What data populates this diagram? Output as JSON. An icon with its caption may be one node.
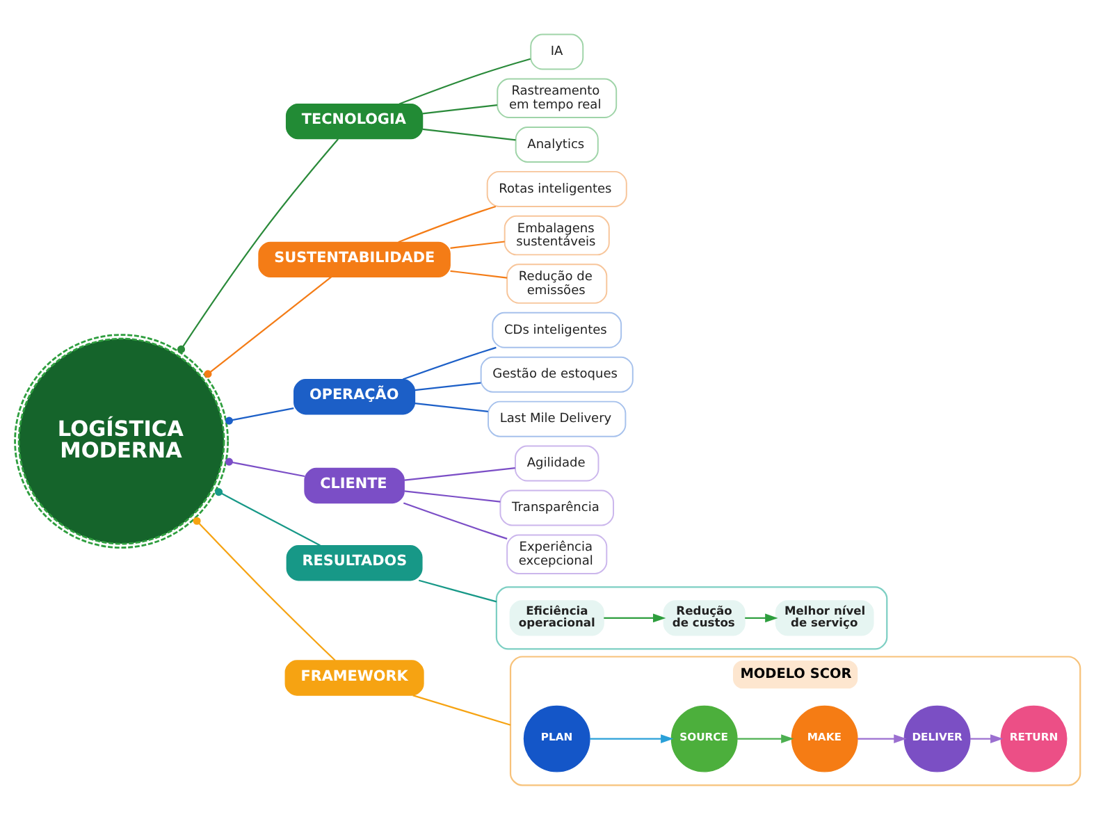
{
  "diagram": {
    "nodes": [
      {
        "text": [
          "LOGÍSTICA MODERNA"
        ]
      },
      {
        "text": [
          "TECNOLOGIA"
        ]
      },
      {
        "text": [
          "IA"
        ]
      },
      {
        "text": [
          "Rastreamento em tempo real"
        ]
      },
      {
        "text": [
          "Analytics"
        ]
      },
      {
        "text": [
          "SUSTENTABILIDADE"
        ]
      },
      {
        "text": [
          "Rotas inteligentes"
        ]
      },
      {
        "text": [
          "Embalagens sustentáveis"
        ]
      },
      {
        "text": [
          "Redução de emissões"
        ]
      },
      {
        "text": [
          "OPERAÇÃO"
        ]
      },
      {
        "text": [
          "CDs inteligentes"
        ]
      },
      {
        "text": [
          "Gestão de estoques"
        ]
      },
      {
        "text": [
          "Last Mile Delivery"
        ]
      },
      {
        "text": [
          "CLIENTE"
        ]
      },
      {
        "text": [
          "Agilidade"
        ]
      },
      {
        "text": [
          "Transparência"
        ]
      },
      {
        "text": [
          "Experiência excepcional"
        ]
      },
      {
        "text": [
          "RESULTADOS"
        ]
      },
      {
        "text": [],
        "shape": "box"
      },
      {
        "text": [
          "Eficiência operacional"
        ],
        "in": 18
      },
      {
        "text": [
          "Redução de custos"
        ],
        "in": 18
      },
      {
        "text": [
          "Melhor nível de serviço"
        ],
        "in": 18
      },
      {
        "text": [
          "FRAMEWORK"
        ]
      },
      {
        "text": [
          "MODELO SCOR"
        ]
      },
      {
        "text": [
          "PLAN"
        ],
        "in": 23
      },
      {
        "text": [
          "SOURCE"
        ],
        "in": 23
      },
      {
        "text": [
          "MAKE"
        ],
        "in": 23
      },
      {
        "text": [
          "DELIVER"
        ],
        "in": 23
      },
      {
        "text": [
          "RETURN"
        ],
        "in": 23
      }
    ],
    "edges": [
      {
        "from": 0,
        "to": 1,
        "arrow": "other",
        "color": "#2a8a3a"
      },
      {
        "from": 1,
        "to": 2,
        "arrow": "none",
        "color": "#2a8a3a"
      },
      {
        "from": 1,
        "to": 3,
        "arrow": "none",
        "color": "#2a8a3a"
      },
      {
        "from": 1,
        "to": 4,
        "arrow": "none",
        "color": "#2a8a3a"
      },
      {
        "from": 0,
        "to": 5,
        "arrow": "other",
        "color": "#f47c16"
      },
      {
        "from": 5,
        "to": 6,
        "arrow": "none",
        "color": "#f47c16"
      },
      {
        "from": 5,
        "to": 7,
        "arrow": "none",
        "color": "#f47c16"
      },
      {
        "from": 5,
        "to": 8,
        "arrow": "none",
        "color": "#f47c16"
      },
      {
        "from": 0,
        "to": 9,
        "arrow": "other",
        "color": "#1c5fc7"
      },
      {
        "from": 9,
        "to": 10,
        "arrow": "none",
        "color": "#1c5fc7"
      },
      {
        "from": 9,
        "to": 11,
        "arrow": "none",
        "color": "#1c5fc7"
      },
      {
        "from": 9,
        "to": 12,
        "arrow": "none",
        "color": "#1c5fc7"
      },
      {
        "from": 0,
        "to": 13,
        "arrow": "other",
        "color": "#7b4ec6"
      },
      {
        "from": 13,
        "to": 14,
        "arrow": "none",
        "color": "#7b4ec6"
      },
      {
        "from": 13,
        "to": 15,
        "arrow": "none",
        "color": "#7b4ec6"
      },
      {
        "from": 13,
        "to": 16,
        "arrow": "none",
        "color": "#7b4ec6"
      },
      {
        "from": 0,
        "to": 17,
        "arrow": "other",
        "color": "#179887"
      },
      {
        "from": 17,
        "to": 18,
        "arrow": "none",
        "color": "#179887"
      },
      {
        "from": 19,
        "to": 20,
        "arrow": "to",
        "color": "#2e9e3e"
      },
      {
        "from": 20,
        "to": 21,
        "arrow": "to",
        "color": "#2e9e3e"
      },
      {
        "from": 0,
        "to": 22,
        "arrow": "other",
        "color": "#f6a312"
      },
      {
        "from": 22,
        "to": 23,
        "arrow": "none",
        "color": "#f6a312"
      },
      {
        "from": 24,
        "to": 25,
        "arrow": "to",
        "color": "#2aa0d8"
      },
      {
        "from": 25,
        "to": 26,
        "arrow": "to",
        "color": "#4caf50"
      },
      {
        "from": 26,
        "to": 27,
        "arrow": "to",
        "color": "#9b6fd0"
      },
      {
        "from": 27,
        "to": 28,
        "arrow": "to",
        "color": "#9b6fd0"
      }
    ]
  }
}
